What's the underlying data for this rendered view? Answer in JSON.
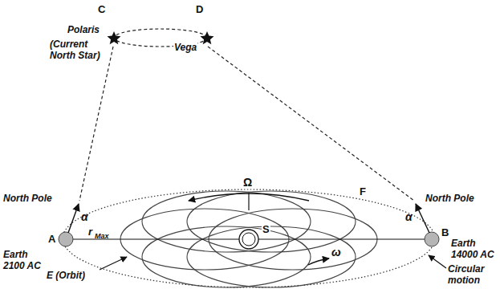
{
  "diagram": {
    "labels": [
      "C",
      "D",
      "Polaris",
      "(Current North Star)",
      "Vega",
      "North Pole",
      "North Pole",
      "α",
      "α",
      "Ω",
      "A",
      "r",
      "Max",
      "S",
      "ω",
      "F",
      "B",
      "Earth 2100 AC",
      "Earth 14000 AC",
      "E (Orbit)",
      "Circular motion"
    ]
  }
}
